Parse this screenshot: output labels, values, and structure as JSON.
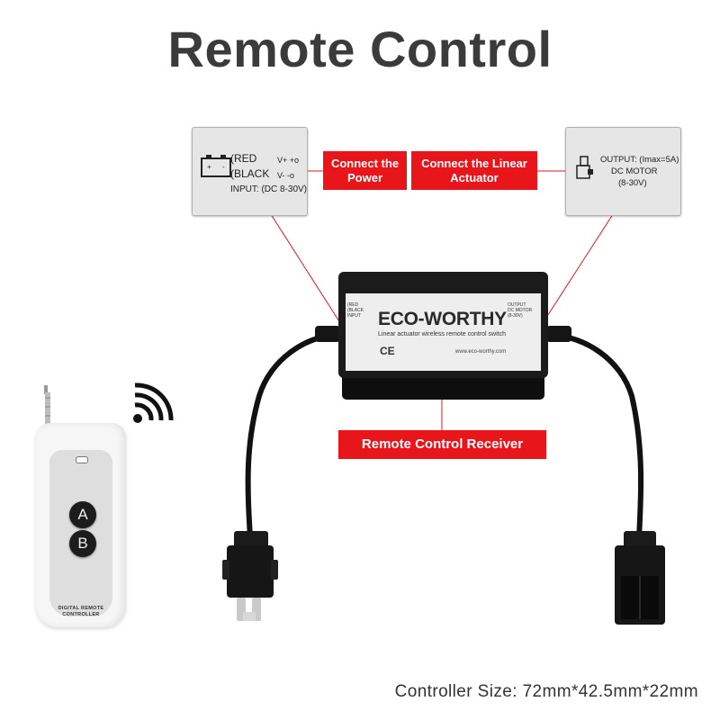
{
  "title": "Remote Control",
  "power_zoom": {
    "red": "(RED",
    "black": "(BLACK",
    "v_plus": "V+ +o",
    "v_minus": "V- -o",
    "input": "INPUT: (DC 8-30V)"
  },
  "motor_zoom": {
    "output": "OUTPUT: (Imax=5A)",
    "motor": "DC MOTOR",
    "range": "(8-30V)"
  },
  "labels": {
    "connect_power_line1": "Connect the",
    "connect_power_line2": "Power",
    "connect_actuator_line1": "Connect the Linear",
    "connect_actuator_line2": "Actuator",
    "receiver": "Remote Control Receiver"
  },
  "device": {
    "brand": "ECO-WORTHY",
    "subtitle": "Linear actuator wireless remote control switch",
    "ce": "CE",
    "website": "www.eco-worthy.com",
    "left_side": "(RED  V+ + / (BLACK V- - / INPUT: (DC 8-30V)",
    "right_side": "OUTPUT: (Imax=5A) / DC MOTOR / (8-30V)"
  },
  "remote": {
    "button_a": "A",
    "button_b": "B",
    "caption_line1": "DIGITAL REMOTE",
    "caption_line2": "CONTROLLER"
  },
  "footer": "Controller Size: 72mm*42.5mm*22mm",
  "colors": {
    "accent_red": "#e8161b",
    "title_gray": "#3b3b3b",
    "device_black": "#1b1b1b"
  },
  "icons": [
    "battery-icon",
    "motor-icon",
    "wireless-signal-icon",
    "antenna-icon"
  ]
}
